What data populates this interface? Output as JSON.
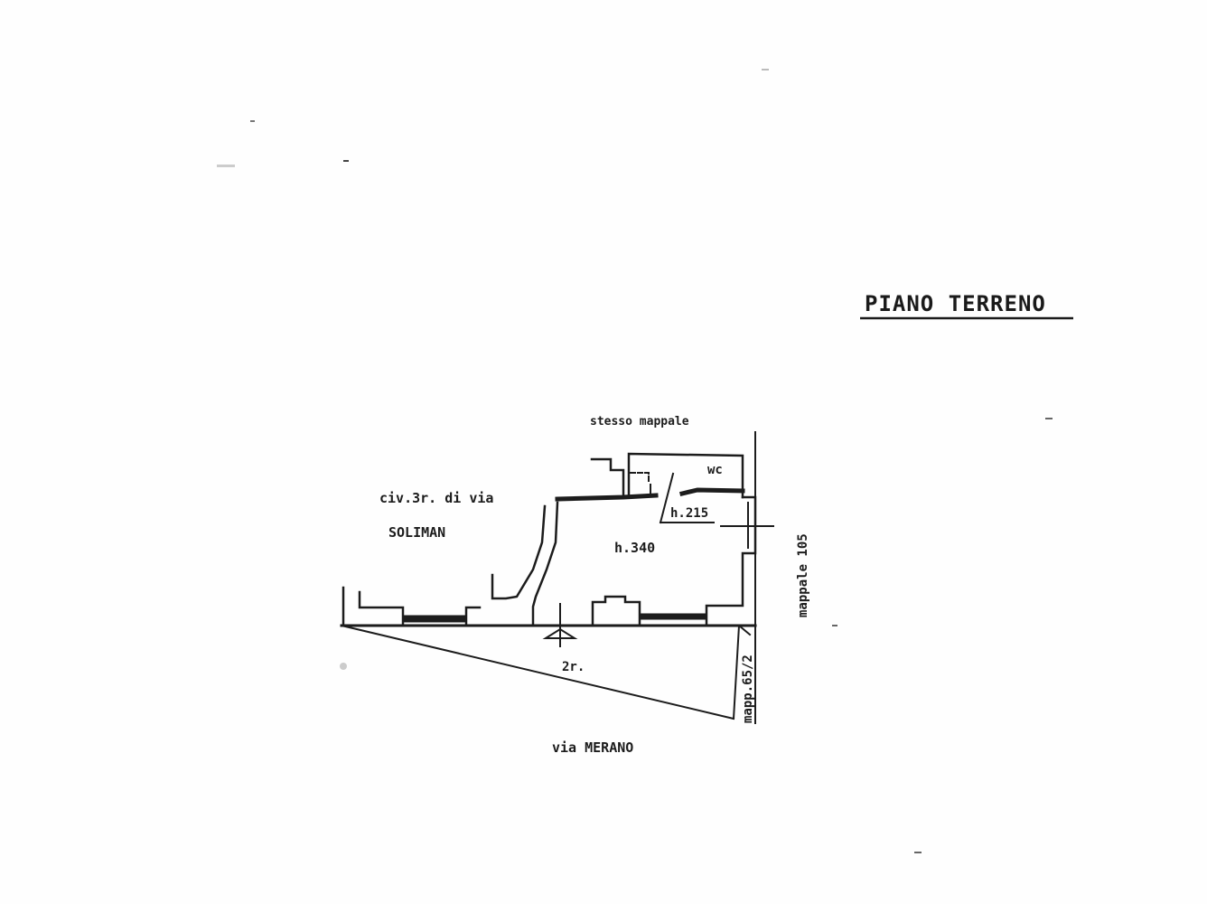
{
  "drawing": {
    "title": "PIANO TERRENO",
    "labels": {
      "north_neighbor": "stesso mappale",
      "west_neighbor_line1": "civ.3r. di via",
      "west_neighbor_line2": "SOLIMAN",
      "room_height_main": "h.340",
      "room_height_wc_area": "h.215",
      "wc": "wc",
      "east_neighbor": "mappale 105",
      "southeast_neighbor": "mapp.65/2",
      "entrance_number": "2r.",
      "street": "via MERANO"
    },
    "colors": {
      "ink": "#1c1c1c",
      "paper": "#fefefe"
    }
  }
}
